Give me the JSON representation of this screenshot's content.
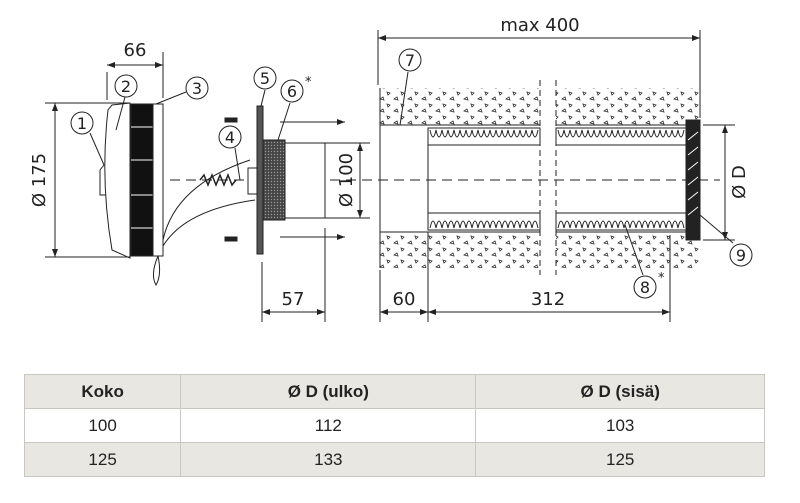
{
  "diagram": {
    "dimensions": {
      "width_unit": "66",
      "diameter_unit": "Ø 175",
      "diameter_collar": "Ø 100",
      "collar_depth": "57",
      "max_length": "max 400",
      "sleeve_offset": "60",
      "tube_length": "312",
      "diameter_d": "Ø D"
    },
    "callouts": [
      "1",
      "2",
      "3",
      "4",
      "5",
      "6",
      "7",
      "8",
      "9"
    ],
    "star": "*"
  },
  "table": {
    "headers": [
      "Koko",
      "Ø D (ulko)",
      "Ø D (sisä)"
    ],
    "rows": [
      [
        "100",
        "112",
        "103"
      ],
      [
        "125",
        "133",
        "125"
      ]
    ]
  }
}
